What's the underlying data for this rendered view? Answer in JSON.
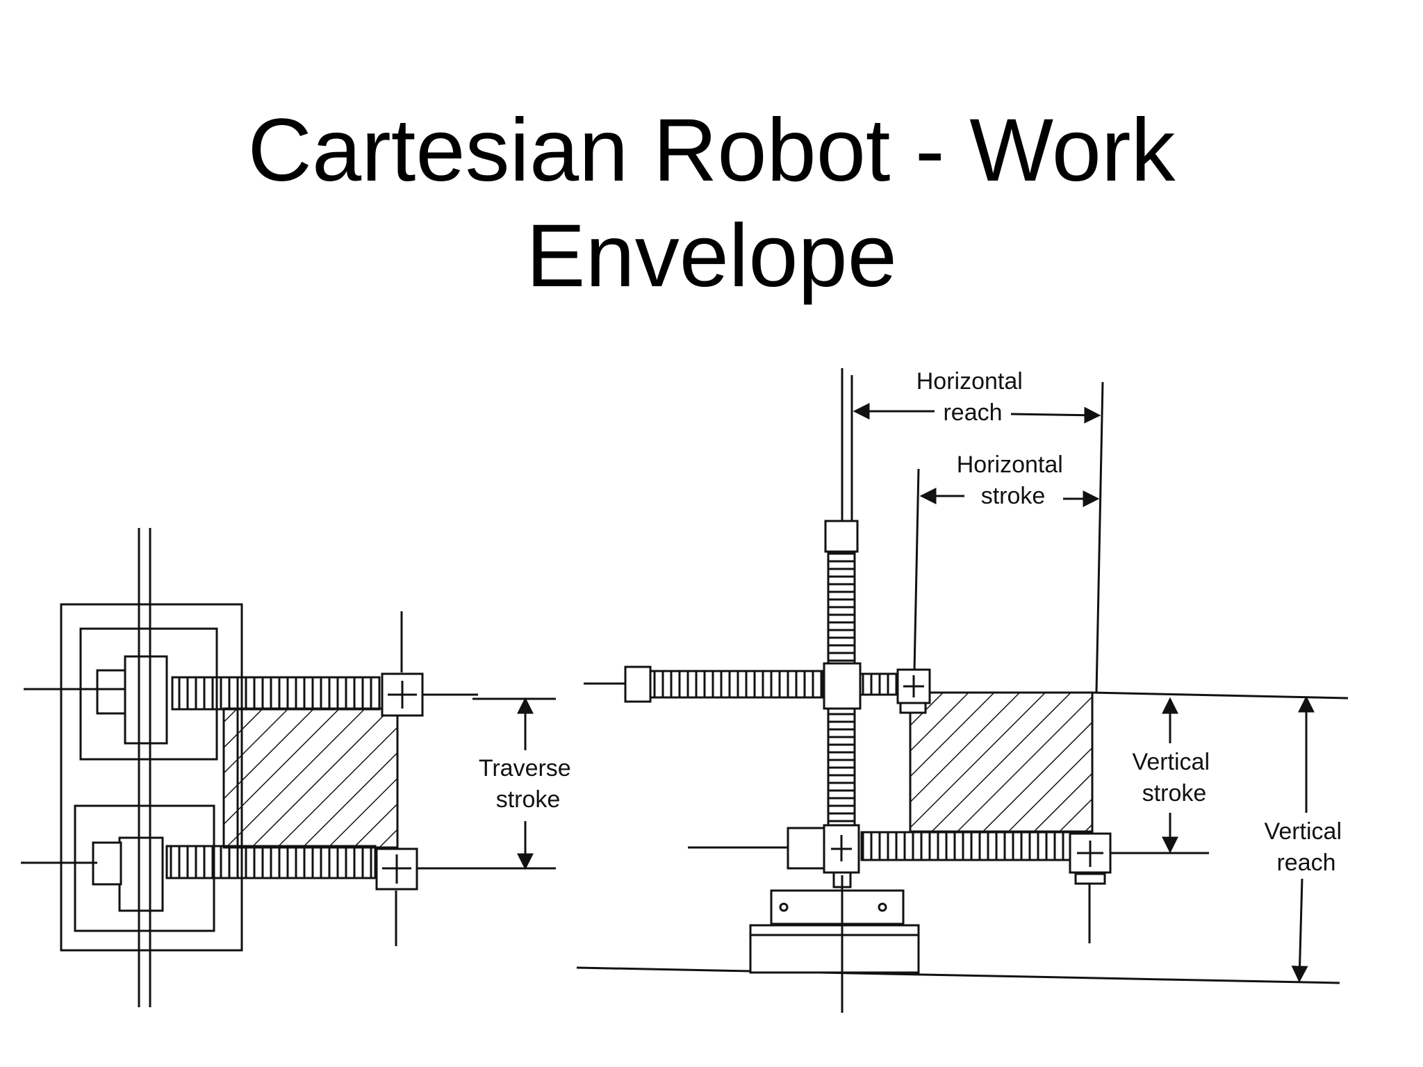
{
  "title": {
    "line1": "Cartesian Robot - Work",
    "line2": "Envelope"
  },
  "labels": {
    "traverse_stroke": [
      "Traverse",
      "stroke"
    ],
    "horizontal_reach": [
      "Horizontal",
      "reach"
    ],
    "horizontal_stroke": [
      "Horizontal",
      "stroke"
    ],
    "vertical_stroke": [
      "Vertical",
      "stroke"
    ],
    "vertical_reach": [
      "Vertical",
      "reach"
    ]
  },
  "colors": {
    "ink": "#111111",
    "background": "#ffffff"
  }
}
